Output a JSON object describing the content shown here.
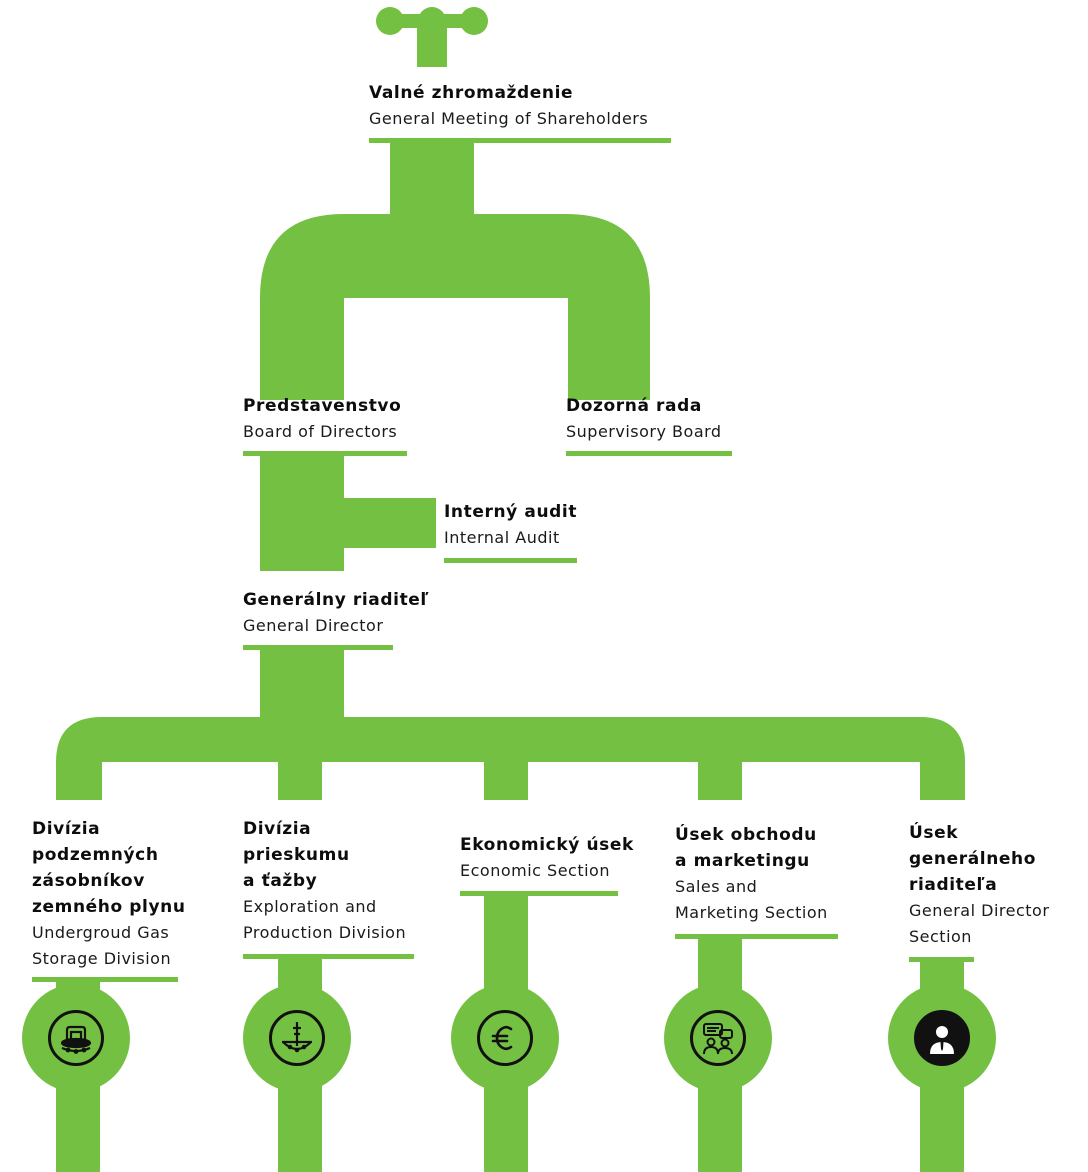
{
  "colors": {
    "pipe": "#74c043",
    "text": "#111111",
    "icon": "#111111"
  },
  "nodes": {
    "gm": {
      "sk": "Valné zhromaždenie",
      "en": "General Meeting of Shareholders"
    },
    "bod": {
      "sk": "Predstavenstvo",
      "en": "Board of Directors"
    },
    "sup": {
      "sk": "Dozorná rada",
      "en": "Supervisory Board"
    },
    "ia": {
      "sk": "Interný audit",
      "en": "Internal Audit"
    },
    "gd": {
      "sk": "Generálny riaditeľ",
      "en": "General Director"
    },
    "div1": {
      "sk": "Divízia\npodzemných\nzásobníkov\nzemného plynu",
      "en": "Undergroud Gas\nStorage Division",
      "icon": "gas-storage-icon"
    },
    "div2": {
      "sk": "Divízia\nprieskumu\na ťažby",
      "en": "Exploration and\nProduction Division",
      "icon": "drilling-rig-icon"
    },
    "eco": {
      "sk": "Ekonomický úsek",
      "en": "Economic Section",
      "icon": "euro-icon"
    },
    "sales": {
      "sk": "Úsek obchodu\na marketingu",
      "en": "Sales and\nMarketing Section",
      "icon": "people-chat-icon"
    },
    "gds": {
      "sk": "Úsek\ngenerálneho\nriaditeľa",
      "en": "General Director\nSection",
      "icon": "person-icon"
    }
  }
}
